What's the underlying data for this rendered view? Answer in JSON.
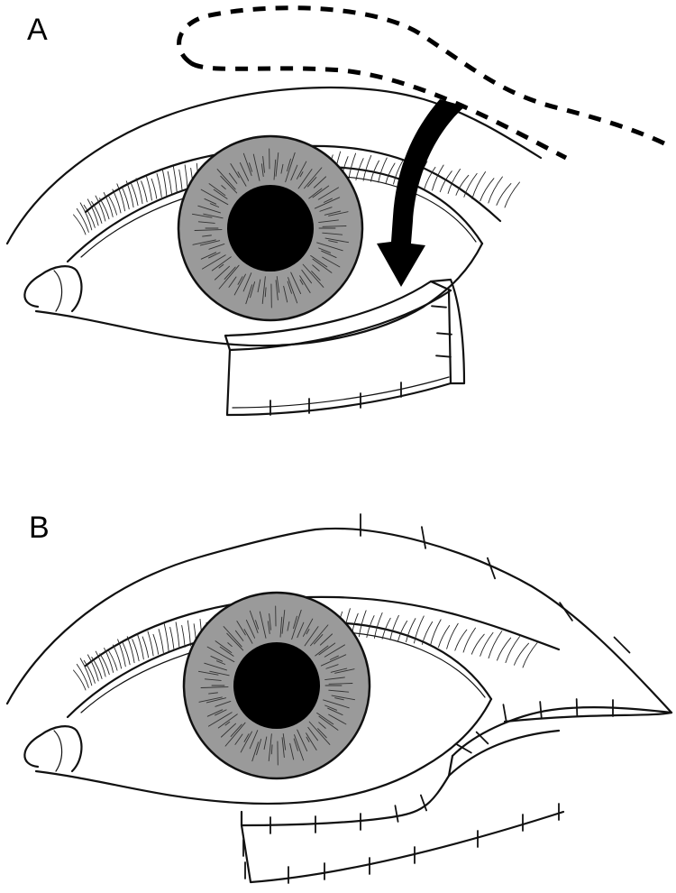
{
  "panels": [
    {
      "id": "a",
      "label": "A"
    },
    {
      "id": "b",
      "label": "B"
    }
  ],
  "colors": {
    "background": "#ffffff",
    "line": "#111111",
    "iris": "#9a9a9a",
    "pupil": "#000000",
    "arrow": "#000000"
  },
  "icons": {
    "arrow": "curved-arrow-icon"
  }
}
